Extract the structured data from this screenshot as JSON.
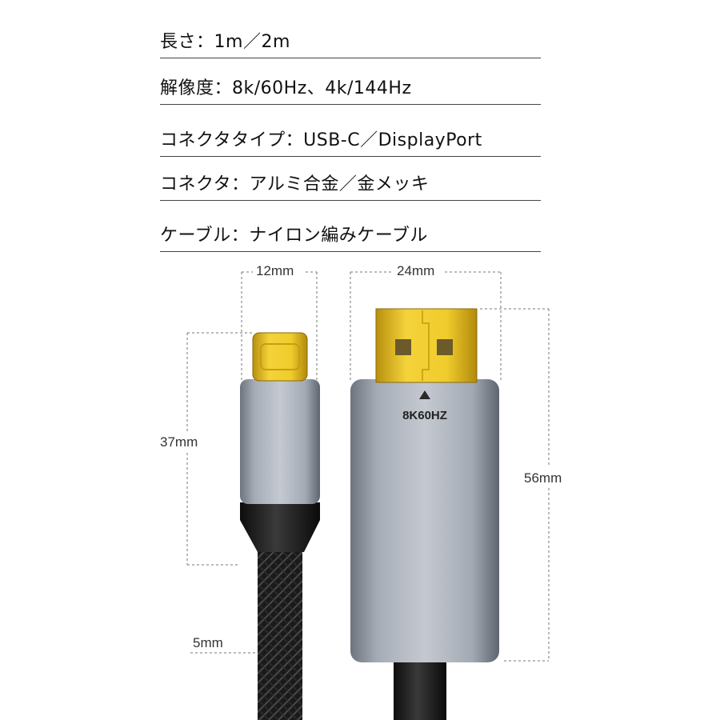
{
  "specs": [
    {
      "label": "長さ",
      "sep": "：",
      "value": "1m／2m"
    },
    {
      "label": "解像度",
      "sep": "：",
      "value": "8k/60Hz、4k/144Hz"
    },
    {
      "label": "コネクタタイプ",
      "sep": "：",
      "value": "USB-C／DisplayPort"
    },
    {
      "label": "コネクタ",
      "sep": "：",
      "value": "アルミ合金／金メッキ"
    },
    {
      "label": "ケーブル",
      "sep": "：",
      "value": "ナイロン編みケーブル"
    }
  ],
  "dimensions": {
    "usb_c_width": "12mm",
    "dp_width": "24mm",
    "usb_c_length": "37mm",
    "dp_length": "56mm",
    "cable_diameter": "5mm"
  },
  "dp_marking": "8K60HZ",
  "colors": {
    "gold": "#e9c21e",
    "housing": "#9aa0ab",
    "cable": "#1c1c1c",
    "rule": "#444444",
    "dim_line": "#777777"
  }
}
